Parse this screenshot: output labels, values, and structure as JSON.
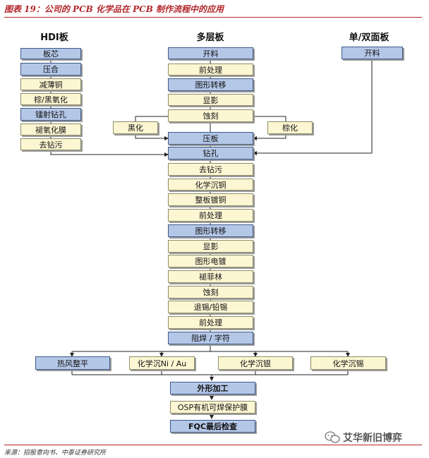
{
  "figure_title": "图表 19：公司的 PCB 化学品在 PCB 制作流程中的应用",
  "columns": {
    "hdi": "HDI板",
    "multi": "多层板",
    "single": "单/双面板"
  },
  "hdi_steps": [
    "板芯",
    "压合",
    "减薄铜",
    "棕/黑氧化",
    "镭射钻孔",
    "褪氧化膜",
    "去钻污"
  ],
  "multi_steps": [
    "开料",
    "前处理",
    "图形转移",
    "显影",
    "蚀刻",
    "压板",
    "钻孔",
    "去钻污",
    "化学沉铜",
    "整板镀铜",
    "前处理",
    "图形转移",
    "显影",
    "图形电镀",
    "褪菲林",
    "蚀刻",
    "退锡/铅锡",
    "前处理",
    "阻焊 / 字符"
  ],
  "side_steps": {
    "left": "黑化",
    "right": "棕化"
  },
  "single_steps": [
    "开料"
  ],
  "finish_steps": [
    "热风整平",
    "化学沉Ni / Au",
    "化学沉银",
    "化学沉锡"
  ],
  "final_steps": [
    "外形加工",
    "OSP有机可焊保护膜",
    "FQC最后检查"
  ],
  "source": "来源：招股意向书、中泰证券研究所",
  "watermark": "艾华新旧博弈",
  "colors": {
    "blue_box": "#b4c7e7",
    "yellow_box": "#fdf6d3",
    "title_red": "#b3262b"
  }
}
